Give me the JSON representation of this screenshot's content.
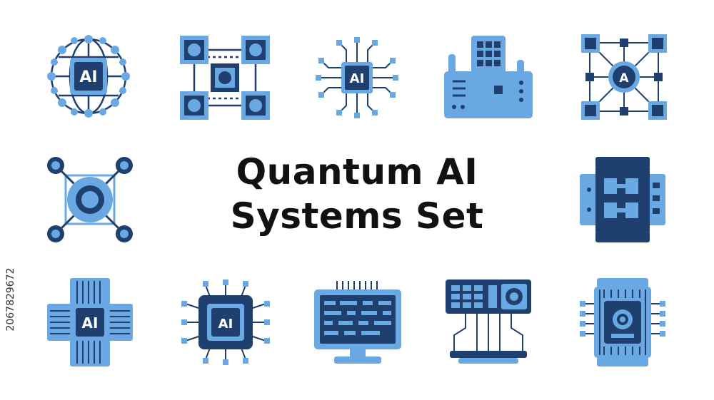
{
  "title": {
    "line1": "Quantum AI",
    "line2": "Systems Set"
  },
  "stock_id": "206782967​2",
  "colors": {
    "dark": "#1f3f6e",
    "light": "#6aa8e3",
    "text": "#111111"
  },
  "icons": [
    {
      "name": "ai-network-globe-icon",
      "label": "AI"
    },
    {
      "name": "quantum-node-grid-icon"
    },
    {
      "name": "ai-chip-circuit-icon",
      "label": "AI"
    },
    {
      "name": "quantum-computer-machine-icon"
    },
    {
      "name": "node-network-hub-icon",
      "label": "A"
    },
    {
      "name": "qubit-orbit-icon"
    },
    {
      "name": "quantum-processor-module-icon"
    },
    {
      "name": "ai-heatsink-processor-icon",
      "label": "AI"
    },
    {
      "name": "ai-microchip-icon",
      "label": "AI"
    },
    {
      "name": "quantum-monitor-display-icon"
    },
    {
      "name": "quantum-control-console-icon"
    },
    {
      "name": "quantum-chip-core-icon"
    }
  ]
}
